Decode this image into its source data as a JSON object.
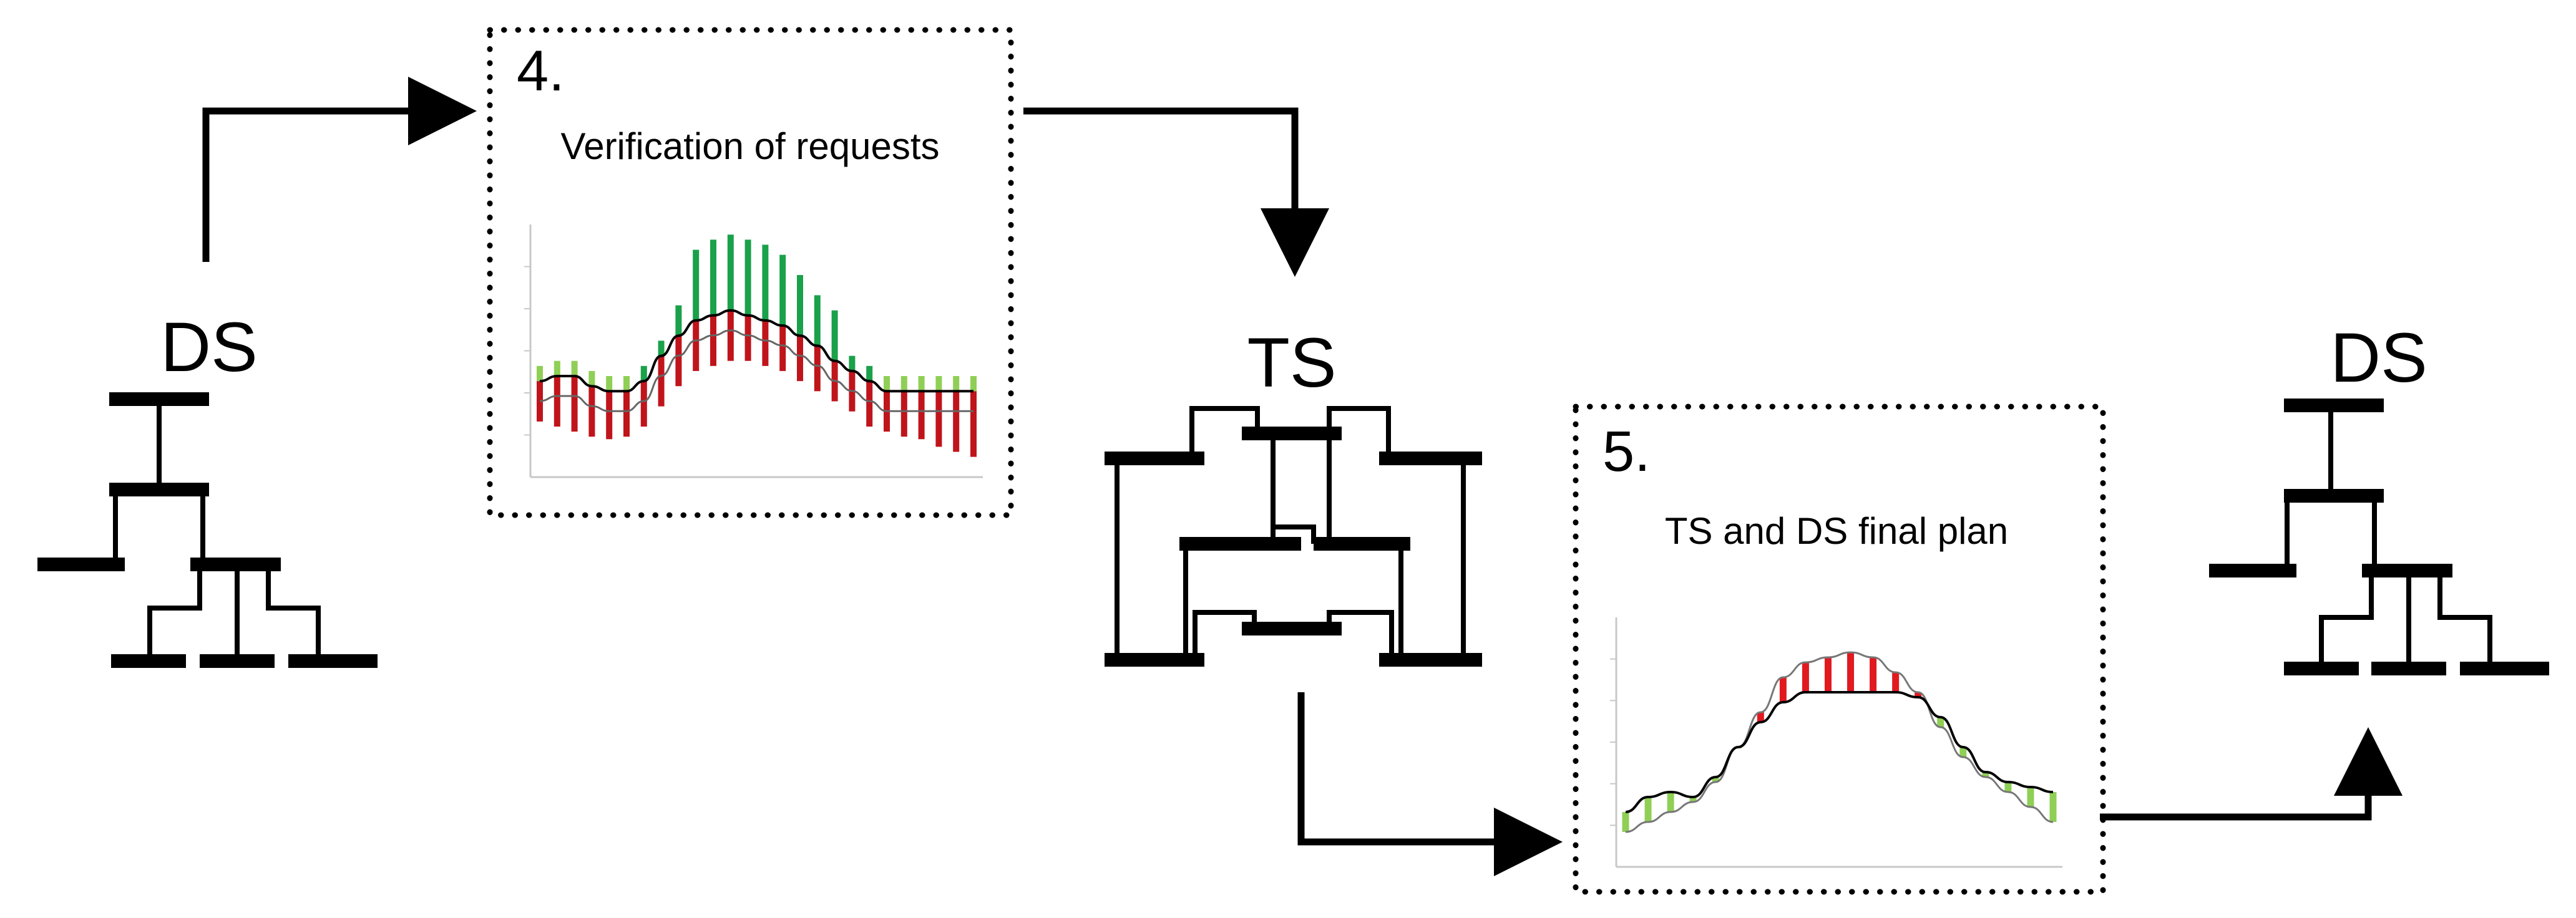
{
  "labels": {
    "ds_left": "DS",
    "ts_center": "TS",
    "ds_right": "DS"
  },
  "panel_verification": {
    "step": "4.",
    "title": "Verification of requests"
  },
  "panel_final_plan": {
    "step": "5.",
    "title": "TS and DS final plan"
  },
  "colors": {
    "ink": "#000000",
    "green_dark": "#1aa14a",
    "green_light": "#8fcf55",
    "red": "#c0141b",
    "red_bright": "#e01a1f",
    "axis_gray": "#c8c8c8"
  },
  "chart_data": [
    {
      "type": "bar",
      "series": [
        {
          "values": [
            0.18,
            0.28,
            0.2,
            0.17,
            0.18,
            0.16,
            0.26,
            0.36,
            0.46,
            0.68,
            0.72,
            0.74,
            0.72,
            0.7,
            0.66,
            0.58,
            0.5,
            0.44,
            0.36,
            0.29,
            0.23,
            0.21,
            0.18,
            0.19,
            0.2,
            0.22
          ]
        },
        {
          "values": [
            0.38,
            0.4,
            0.4,
            0.36,
            0.34,
            0.34,
            0.38,
            0.48,
            0.56,
            0.62,
            0.64,
            0.66,
            0.64,
            0.62,
            0.6,
            0.56,
            0.52,
            0.46,
            0.42,
            0.38,
            0.34,
            0.34,
            0.34,
            0.34,
            0.34,
            0.34
          ]
        },
        {
          "values": [
            0.22,
            0.2,
            0.18,
            0.16,
            0.15,
            0.16,
            0.2,
            0.28,
            0.36,
            0.42,
            0.44,
            0.46,
            0.46,
            0.44,
            0.42,
            0.38,
            0.34,
            0.3,
            0.26,
            0.2,
            0.18,
            0.16,
            0.15,
            0.12,
            0.1,
            0.08
          ]
        }
      ]
    },
    {
      "type": "bar",
      "series": [
        {
          "values": [
            0.22,
            0.28,
            0.3,
            0.28,
            0.36,
            0.48,
            0.58,
            0.66,
            0.7,
            0.7,
            0.7,
            0.7,
            0.7,
            0.68,
            0.6,
            0.48,
            0.38,
            0.34,
            0.32,
            0.3
          ]
        },
        {
          "values": [
            0.14,
            0.18,
            0.22,
            0.26,
            0.34,
            0.48,
            0.62,
            0.76,
            0.82,
            0.84,
            0.86,
            0.84,
            0.78,
            0.7,
            0.56,
            0.44,
            0.36,
            0.3,
            0.24,
            0.18
          ]
        }
      ]
    }
  ]
}
